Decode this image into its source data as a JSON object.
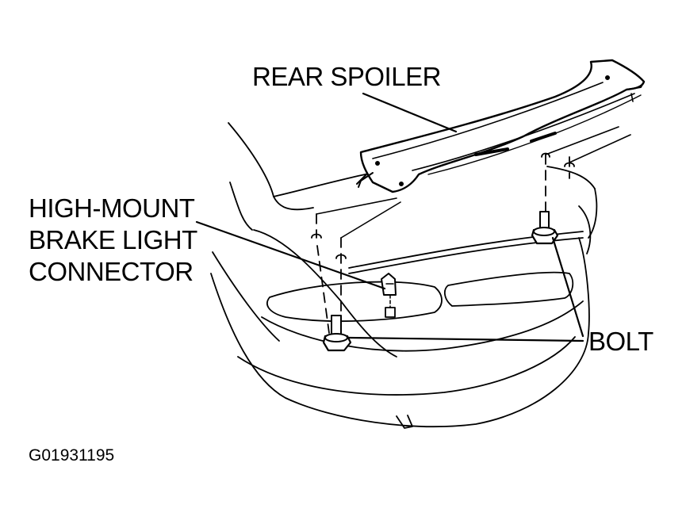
{
  "labels": {
    "rear_spoiler": "REAR SPOILER",
    "high_mount_line1": "HIGH-MOUNT",
    "high_mount_line2": "BRAKE LIGHT",
    "high_mount_line3": "CONNECTOR",
    "bolt": "BOLT"
  },
  "figure_id": "G01931195"
}
